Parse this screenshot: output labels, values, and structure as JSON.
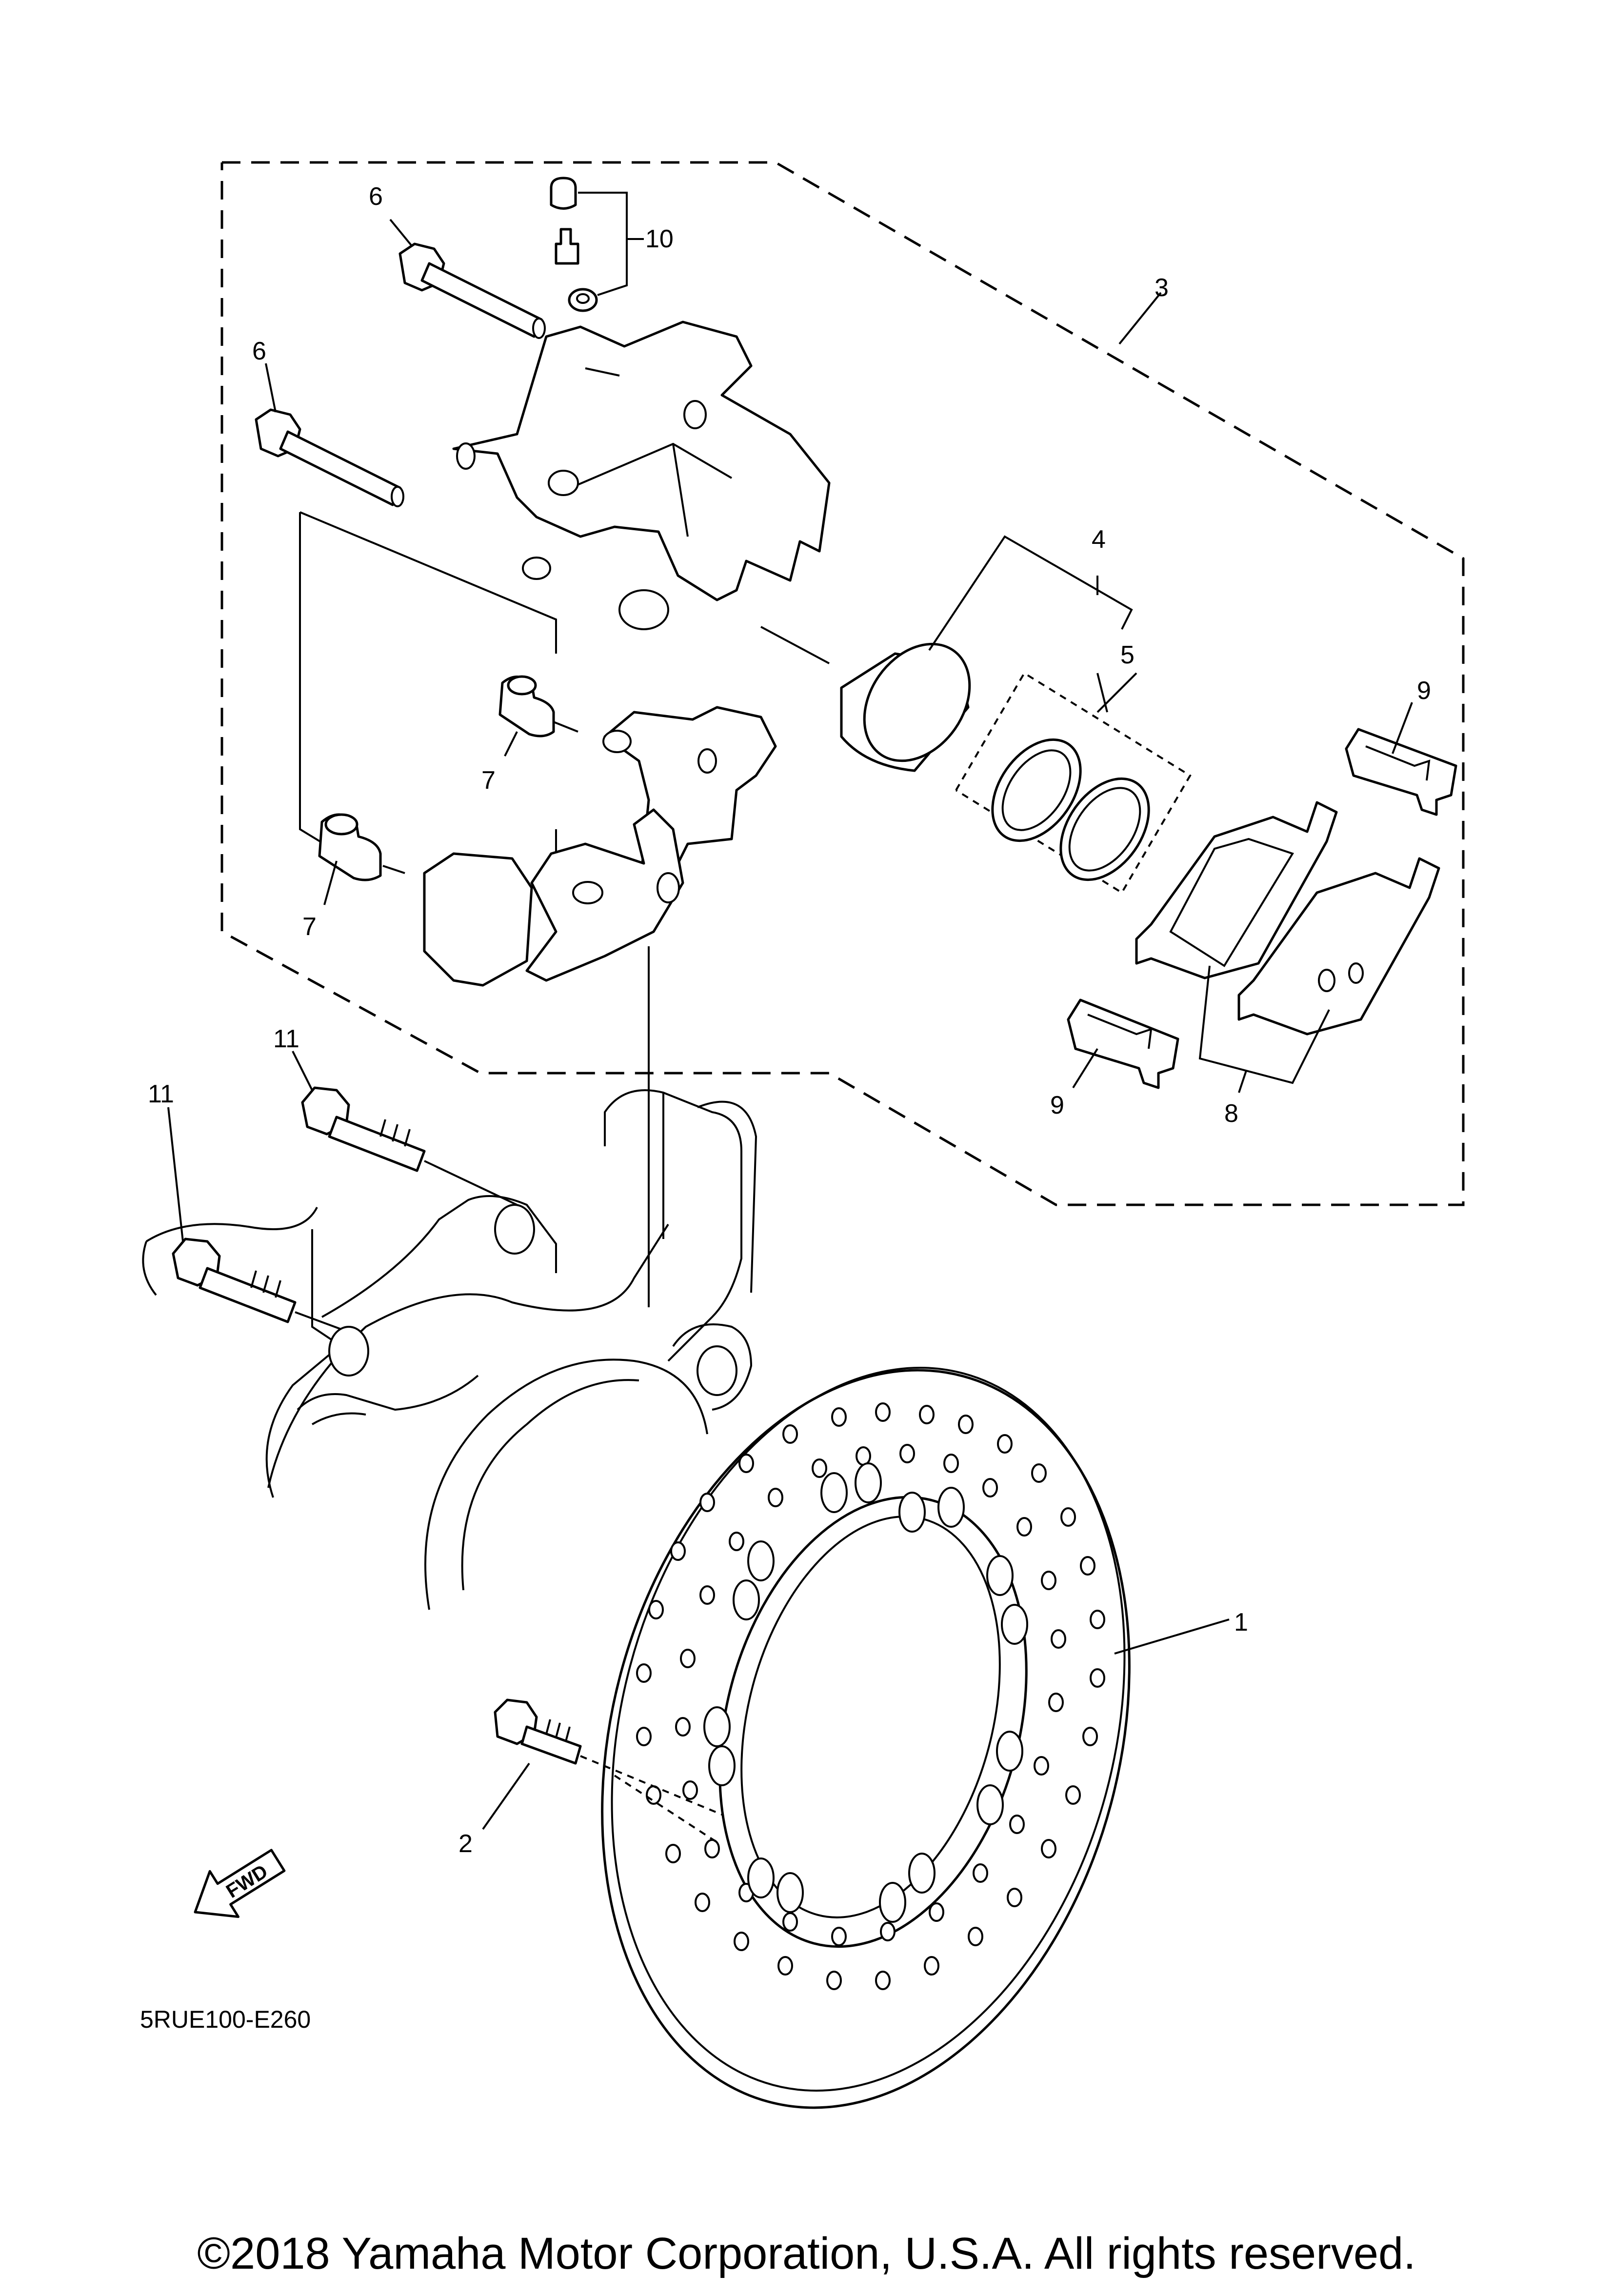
{
  "diagram": {
    "callouts": [
      {
        "id": "1",
        "label": "1"
      },
      {
        "id": "2",
        "label": "2"
      },
      {
        "id": "3",
        "label": "3"
      },
      {
        "id": "4",
        "label": "4"
      },
      {
        "id": "5",
        "label": "5"
      },
      {
        "id": "6a",
        "label": "6"
      },
      {
        "id": "6b",
        "label": "6"
      },
      {
        "id": "7a",
        "label": "7"
      },
      {
        "id": "7b",
        "label": "7"
      },
      {
        "id": "8",
        "label": "8"
      },
      {
        "id": "9a",
        "label": "9"
      },
      {
        "id": "9b",
        "label": "9"
      },
      {
        "id": "10",
        "label": "10"
      },
      {
        "id": "11a",
        "label": "11"
      },
      {
        "id": "11b",
        "label": "11"
      }
    ],
    "fwd_label": "FWD",
    "diagram_code": "5RUE100-E260",
    "fwd_icon": "fwd-arrow-icon"
  },
  "footer": {
    "copyright": "©2018 Yamaha Motor Corporation, U.S.A. All rights reserved."
  }
}
